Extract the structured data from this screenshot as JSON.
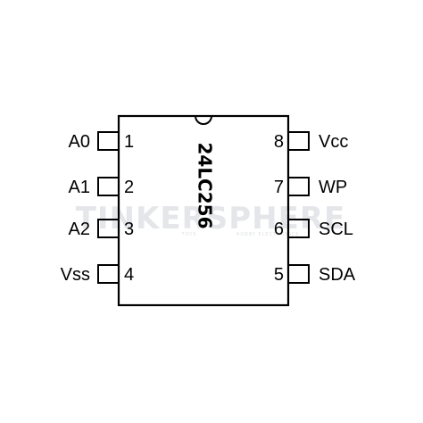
{
  "watermark": {
    "brand": "TINKERSPHERE",
    "sub_left": "TOYS",
    "sub_right": "HOBBY ELECTRONICS"
  },
  "chip": {
    "name": "24LC256"
  },
  "pins": {
    "left": [
      {
        "number": "1",
        "label": "A0"
      },
      {
        "number": "2",
        "label": "A1"
      },
      {
        "number": "3",
        "label": "A2"
      },
      {
        "number": "4",
        "label": "Vss"
      }
    ],
    "right": [
      {
        "number": "8",
        "label": "Vcc"
      },
      {
        "number": "7",
        "label": "WP"
      },
      {
        "number": "6",
        "label": "SCL"
      },
      {
        "number": "5",
        "label": "SDA"
      }
    ]
  }
}
